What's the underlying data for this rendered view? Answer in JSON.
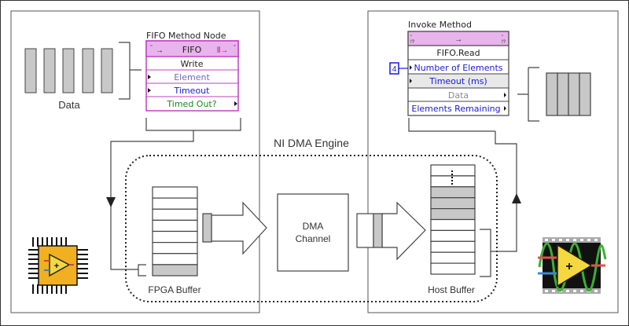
{
  "diagram": {
    "title": "NI DMA Engine",
    "left_panel": {
      "data_label": "Data",
      "node_caption": "FIFO Method Node",
      "node_header": "FIFO",
      "node_method": "Write",
      "node_terminals": [
        {
          "label": "Element",
          "color": "#6b6bb8",
          "direction": "input"
        },
        {
          "label": "Timeout",
          "color": "#1a1ad6",
          "direction": "input"
        },
        {
          "label": "Timed Out?",
          "color": "#1a8a1a",
          "direction": "output"
        }
      ],
      "buffer_label": "FPGA Buffer",
      "buffer_rows": 8,
      "buffer_filled_rows": [
        7
      ],
      "chip_icon": "fpga-chip-icon"
    },
    "center": {
      "channel_line1": "DMA",
      "channel_line2": "Channel"
    },
    "right_panel": {
      "node_caption": "Invoke Method",
      "node_method": "FIFO.Read",
      "constant_value": "4",
      "node_terminals": [
        {
          "label": "Number of Elements",
          "color": "#1a1ad6",
          "direction": "input"
        },
        {
          "label": "Timeout (ms)",
          "color": "#1a1ad6",
          "direction": "input"
        },
        {
          "label": "Data",
          "color": "#8a8a8a",
          "direction": "output"
        },
        {
          "label": "Elements Remaining",
          "color": "#1a1ad6",
          "direction": "output"
        }
      ],
      "buffer_label": "Host Buffer",
      "buffer_rows": 10,
      "buffer_filled_rows": [
        2,
        3,
        4
      ],
      "data_blocks": 4,
      "host_icon": "labview-vi-icon"
    },
    "colors": {
      "node_header": "#e8b4ec",
      "node_border": "#c040c0",
      "cell_fill": "#c8c8c8",
      "chip_body": "#f0b020",
      "amp_fill": "#f5d840"
    }
  }
}
